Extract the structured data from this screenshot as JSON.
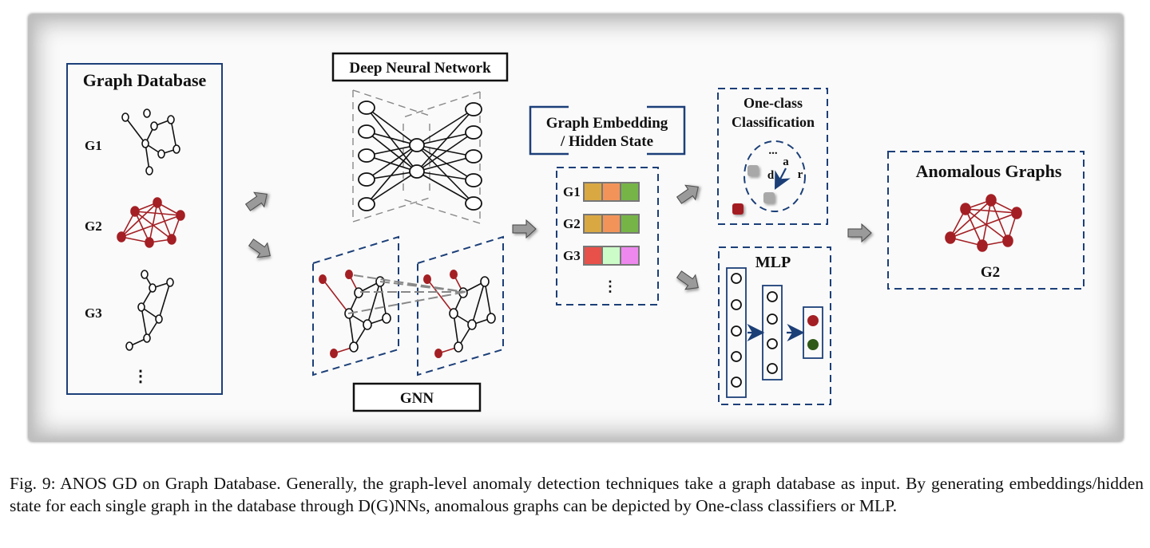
{
  "figure": {
    "graph_database": {
      "title": "Graph Database",
      "graphs": [
        {
          "label": "G1",
          "color": "#111111",
          "anomalous": false
        },
        {
          "label": "G2",
          "color": "#a31f24",
          "anomalous": true
        },
        {
          "label": "G3",
          "color": "#111111",
          "anomalous": false
        }
      ],
      "ellipsis": "⋮"
    },
    "models": {
      "dnn_label": "Deep Neural Network",
      "gnn_label": "GNN"
    },
    "embedding": {
      "title_line1": "Graph Embedding",
      "title_line2": "/ Hidden State",
      "rows": [
        {
          "label": "G1",
          "colors": [
            "#d9a843",
            "#f2945a",
            "#76b448"
          ]
        },
        {
          "label": "G2",
          "colors": [
            "#d9a843",
            "#f2945a",
            "#76b448"
          ]
        },
        {
          "label": "G3",
          "colors": [
            "#e8504a",
            "#ccfcc8",
            "#ee88ee"
          ]
        }
      ],
      "ellipsis": "⋮"
    },
    "one_class": {
      "title_line1": "One-class",
      "title_line2": "Classification",
      "ellipsis": "...",
      "symbols": {
        "center": "a",
        "distance": "d",
        "radius": "r"
      }
    },
    "mlp": {
      "title": "MLP",
      "output_colors": [
        "#a31f24",
        "#2f5a18"
      ]
    },
    "result": {
      "title": "Anomalous Graphs",
      "graph_label": "G2"
    },
    "colors": {
      "accent_blue": "#1c3f78",
      "anomaly_red": "#a31f24",
      "arrow_gray": "#9a9a9a"
    }
  },
  "caption": "Fig. 9: ANOS GD on Graph Database. Generally, the graph-level anomaly detection techniques take a graph database as input. By generating embeddings/hidden state for each single graph in the database through D(G)NNs, anomalous graphs can be depicted by One-class classifiers or MLP."
}
